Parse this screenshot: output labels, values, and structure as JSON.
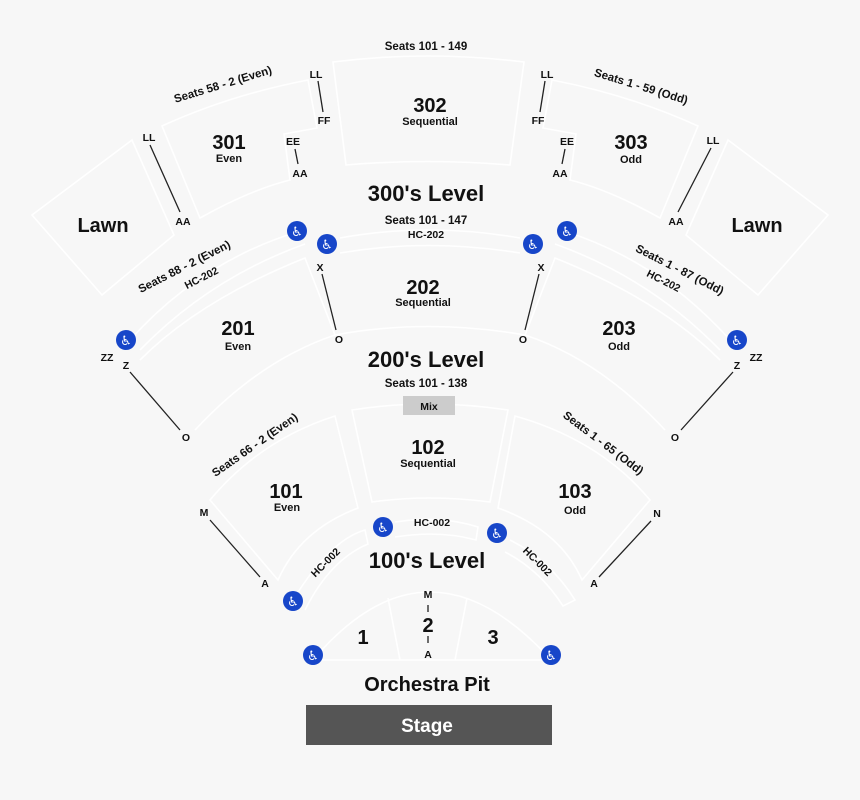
{
  "colors": {
    "background": "#f7f7f7",
    "accessible": "#1746c9",
    "stage": "#555555",
    "mix": "#cccccc"
  },
  "icons": {
    "accessible": "wheelchair-icon",
    "glyph": "♿"
  },
  "level300": {
    "title": "300's Level",
    "top_seats": "Seats 101 - 149",
    "left_seats": "Seats 58 - 2 (Even)",
    "right_seats": "Seats 1 - 59 (Odd)",
    "s301": {
      "num": "301",
      "order": "Even",
      "rows": [
        "LL",
        "AA",
        "EE",
        "AA"
      ]
    },
    "s302": {
      "num": "302",
      "order": "Sequential",
      "rows_left": [
        "LL",
        "FF"
      ],
      "rows_right": [
        "LL",
        "FF"
      ]
    },
    "s303": {
      "num": "303",
      "order": "Odd",
      "rows": [
        "LL",
        "AA",
        "EE",
        "AA"
      ]
    },
    "lawn_left": "Lawn",
    "lawn_right": "Lawn"
  },
  "level200": {
    "title": "200's Level",
    "top_seats": "Seats 101 - 147",
    "top_hc": "HC-202",
    "left_seats": "Seats 88 - 2 (Even)",
    "left_hc": "HC-202",
    "right_seats": "Seats 1 - 87 (Odd)",
    "right_hc": "HC-202",
    "s201": {
      "num": "201",
      "order": "Even",
      "rows": [
        "ZZ",
        "Z",
        "O"
      ]
    },
    "s202": {
      "num": "202",
      "order": "Sequential",
      "rows_left": [
        "X",
        "O"
      ],
      "rows_right": [
        "X",
        "O"
      ]
    },
    "s203": {
      "num": "203",
      "order": "Odd",
      "rows": [
        "ZZ",
        "Z",
        "O"
      ]
    }
  },
  "level100": {
    "title": "100's Level",
    "top_seats": "Seats 101 - 138",
    "mix": "Mix",
    "left_seats": "Seats 66 - 2 (Even)",
    "right_seats": "Seats 1 - 65 (Odd)",
    "hc_center": "HC-002",
    "hc_left": "HC-002",
    "hc_right": "HC-002",
    "s101": {
      "num": "101",
      "order": "Even",
      "rows": [
        "M",
        "A"
      ]
    },
    "s102": {
      "num": "102",
      "order": "Sequential"
    },
    "s103": {
      "num": "103",
      "order": "Odd",
      "rows": [
        "N",
        "A"
      ]
    }
  },
  "orchestra": {
    "s1": "1",
    "s2": "2",
    "s2_rows": [
      "M",
      "A"
    ],
    "s3": "3",
    "pit": "Orchestra Pit"
  },
  "stage": "Stage"
}
